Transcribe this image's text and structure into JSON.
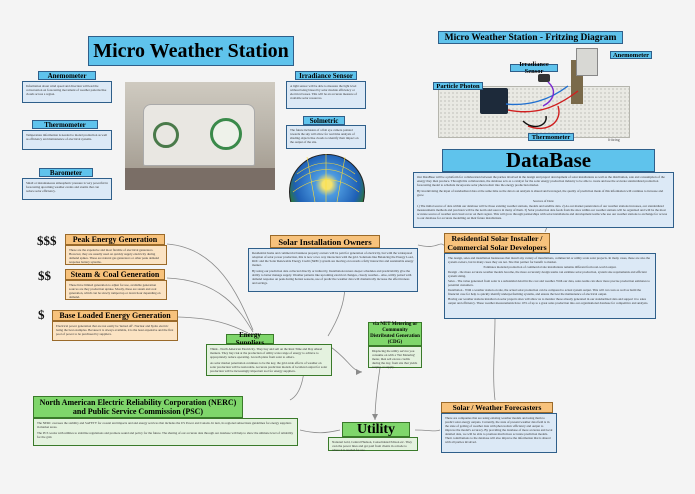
{
  "main_title": "Micro Weather Station",
  "sensors": {
    "anemometer": {
      "title": "Anemometer",
      "text": "Information about wind speed and direction will lead the conversation on forecasting movement of weather patterns like clouds across a region."
    },
    "thermometer": {
      "title": "Thermometer",
      "text": "Temperature information is needed to model production as well as efficiency and maintenance of electrical systems."
    },
    "barometer": {
      "title": "Barometer",
      "text": "Small or instantaneous atmospheric pressure is very powerful in forecasting upcoming weather events and storms that can reduce solar efficiency."
    },
    "irradiance": {
      "title": "Irradiance Sensor",
      "text": "A light sensor will be able to measure the light level without being biased by solar module efficiency or electrical losses. This will be an accurate measure of available solar resources."
    },
    "solmetric": {
      "title": "Solmetric",
      "text": "The future inclusion of a fish eye camera pointed towards the sky will allow for real time analysis of shading objects like clouds to identify their impact on the output of the site."
    }
  },
  "fritzing": {
    "title": "Micro Weather Station - Fritzing Diagram",
    "labels": [
      "Irradiance Sensor",
      "Anemometer",
      "Particle Photon",
      "Thermometer"
    ],
    "credit": "fritzing"
  },
  "database": {
    "title": "DataBase",
    "text1": "Our DataBase will be a platform for collaboration between the parties involved in the design and project development of solar installations as well as the distribution, sale and consumption of the energy they then produce. Through this collaboration, the database acts as a catalyst for the solar energy production industry to be able to create and use the accurate standardized production forecasting model to schedule incorporate solar photovoltaic into the energy production market.",
    "text2": "By incentivizing the input of standardized data at the same time as the data is an analysis is shared and leveraged, the quality of prediction made of this information will continue to increase and grow.",
    "text3": "Sources of Data:",
    "text4": "1) The initial source of data within our database will be those existing weather stations, models and satellite data. 2) As our market penetration of our weather stations increases, our standardized measurements methods and precision will be the norm and source in many of them. 3) Solar production data feeds from the sites within our weather stations will be organized and will be the most accurate source of weather and cloud cover on their region. This will grow through partnerships with solar installations and development teams who use our weather stations to exchange for access to our database for accurate modelling on their future installations."
  },
  "tiers": {
    "peak": {
      "symbol": "$$$",
      "title": "Peak Energy Generation",
      "text": "These are the expensive and most flexible of electrical generators. However, they are usually used on quickly supply electricity during demand spikes. These are natural gas generators or other peak demand response battery systems."
    },
    "steam": {
      "symbol": "$$",
      "title": "Steam & Coal Generation",
      "text": "These have limited generation to adjust for use, available generation sources are they production uptake. Mostly, these are steam and coal generation, which can be slowly ramped up or down hour depending on demand."
    },
    "base": {
      "symbol": "$",
      "title": "Base Loaded Energy Generation",
      "text": "Electrical power generation that are not easily be 'turned off'. Nuclear and hydro electric being the best examples. Because it is always available, it is the least expensive and the first pool of power to be purchased by suppliers."
    }
  },
  "owners": {
    "title": "Solar Installation Owners",
    "text1": "Residential home and commercial business property owners will be paid for generation of electricity, but with the widespread adoption of solar power production, this is now a two way interaction with the grid. Solutions like Balancing the Energy Load, ROC and the Solar Renewable Energy Credit (SREC) system are moving on towards a fully interactive and sustainable energy market.",
    "text2": "By using our prediction data collected directly or indirectly, Installation/owners deeper schedules and predictability give the ability to better manage supply. Weather patterns like upcoming electrical changes, cloudy weather... Also, utility paired with demand response on peak during hottest seasons, use of predictive weather data will dramatically increase the effectiveness and savings."
  },
  "developers": {
    "title": "Residential Solar Installer / Commercial Solar Developers",
    "text1": "The design, sales and installation businesses that install any variety of installations, commercial or utility scale solar projects. In many cases, these are also the system owners, but in many cases they are not. Site that partner for benefit to market.",
    "text2": "Estimates modeled production of commercial site installations remains different from real-world output.",
    "text3": "Design - the more accurate weather models become, the more accurately design teams can estimate solar production, system size requirements and efficient system sizing.",
    "text4": "Sales - The value generated from solar is a substantial detail in the cost and weather. With our data, sales teams can show more precise production estimates to potential customers.",
    "text5": "Installation - With a weather station on site, the actual solar production can be compared to actual system output. This will cut costs as well as build the financial case for help to quickly identify underperforming systems, and ensure the best the maintenance of electrical output.",
    "text6": "Having our weather stations installed on solar projects sites will allow us to monitor those already generated in our standardized data and support it to sales output and efficiency. These weather measurements have 10% of up to a great sales production into our organizational database for competitive and analysis."
  },
  "suppliers": {
    "title": "Energy Suppliers",
    "text1": "Think - North American Electricity. They buy and sell on the Real Time and Day Ahead markets. They buy risk at the production of utility scale range of energy to achieve to appropriately reduce operating. Growth plans from solar to others.",
    "text2": "As solar market penetration continues to be the key, the grid-wide effects of weather on solar production will be noticeable. Accurate prediction models of localized output for solar production will be increasingly important tool for energy suppliers."
  },
  "net_metering": {
    "title": "via NET Metering or Community Distributed Generation (CDG)",
    "text": "Displacing the utility service you consume on with a 'Net Metering' meter, then sell excess credits during the day, from site that yields surplus or supply."
  },
  "nerc": {
    "title": "North American Electric Reliability Corporation (NERC) and Public Service Commission (PSC)",
    "text1": "The NERC oversees the stability and SAFETY for coastal and impacts and and energy services that includes the US Power and Canada. In turn, its regional subsections guidelines for energy suppliers in market areas.",
    "text2": "The PCS works with utilities to stabilize regulations and promote sound and policy for the future. The sharing of our accurate data through our database will help to show the ultimate level of reliability for the grid."
  },
  "utility": {
    "title": "Utility",
    "text": "National Grid, Central Hudson, Consolidated Edison etc. They own the power lines and get paid from clients in a mode to where it is needed for use."
  },
  "forecasters": {
    "title": "Solar / Weather Forecasters",
    "text": "There are companies that are using existing weather models and using them to predict solar energy outputs. Currently, the state of present weather data field is in the state of getting of weather data with photovoltaic efficiency and output to improve the model's accuracy. By providing the database of more accurate and local detailed data, we will be able to promote much more accurate prediction models. Their contributions to the database will also improve the information that is shared with all parties involved."
  }
}
